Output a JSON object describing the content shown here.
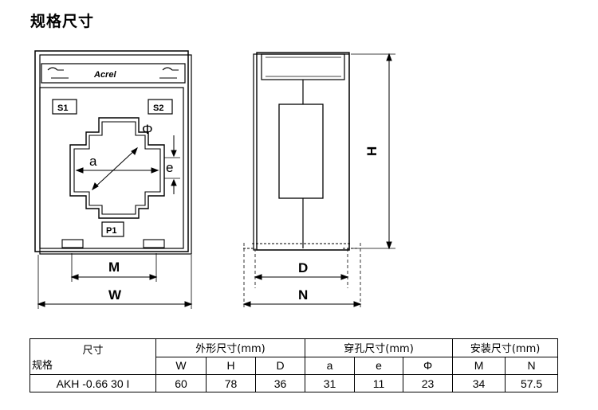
{
  "page": {
    "heading": "规格尺寸"
  },
  "front_view": {
    "brand": "Acrel",
    "terminals": [
      "S1",
      "S2",
      "P1"
    ],
    "dims": {
      "phi": "Φ",
      "a": "a",
      "e": "e",
      "m": "M",
      "w": "W"
    }
  },
  "side_view": {
    "dims": {
      "h": "H",
      "d": "D",
      "n": "N"
    }
  },
  "spec_table": {
    "header_top": "尺寸",
    "header_left": "规格",
    "groups": [
      {
        "label": "外形尺寸(mm)",
        "cols": [
          "W",
          "H",
          "D"
        ]
      },
      {
        "label": "穿孔尺寸(mm)",
        "cols": [
          "a",
          "e",
          "Φ"
        ]
      },
      {
        "label": "安装尺寸(mm)",
        "cols": [
          "M",
          "N"
        ]
      }
    ],
    "row": {
      "model": "AKH -0.66 30 I",
      "values": [
        "60",
        "78",
        "36",
        "31",
        "11",
        "23",
        "34",
        "57.5"
      ]
    }
  }
}
